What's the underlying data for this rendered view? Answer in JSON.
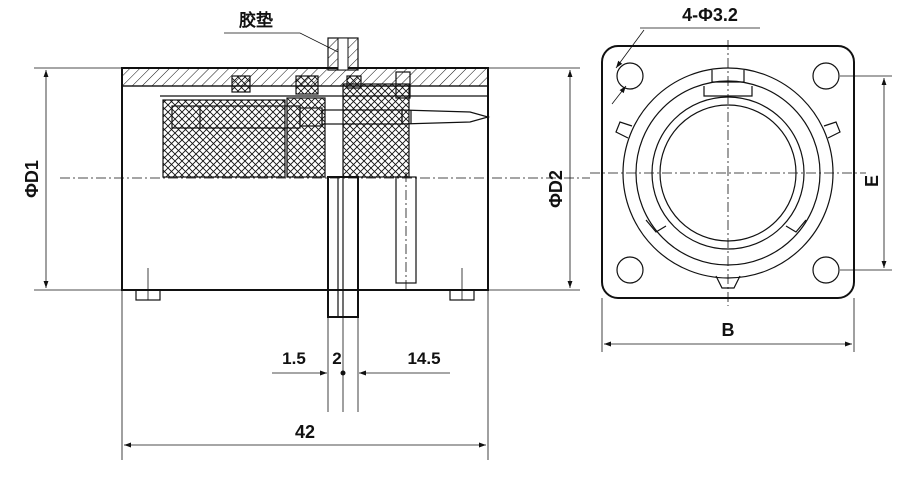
{
  "labels": {
    "gasket": "胶垫",
    "hole_spec": "4-Φ3.2",
    "diameter_d1": "ΦD1",
    "diameter_d2": "ΦD2",
    "dim_e": "E",
    "dim_b": "B",
    "dim_1_5": "1.5",
    "dim_2": "2",
    "dim_14_5": "14.5",
    "dim_42": "42"
  },
  "colors": {
    "line": "#111111",
    "background": "#ffffff"
  }
}
